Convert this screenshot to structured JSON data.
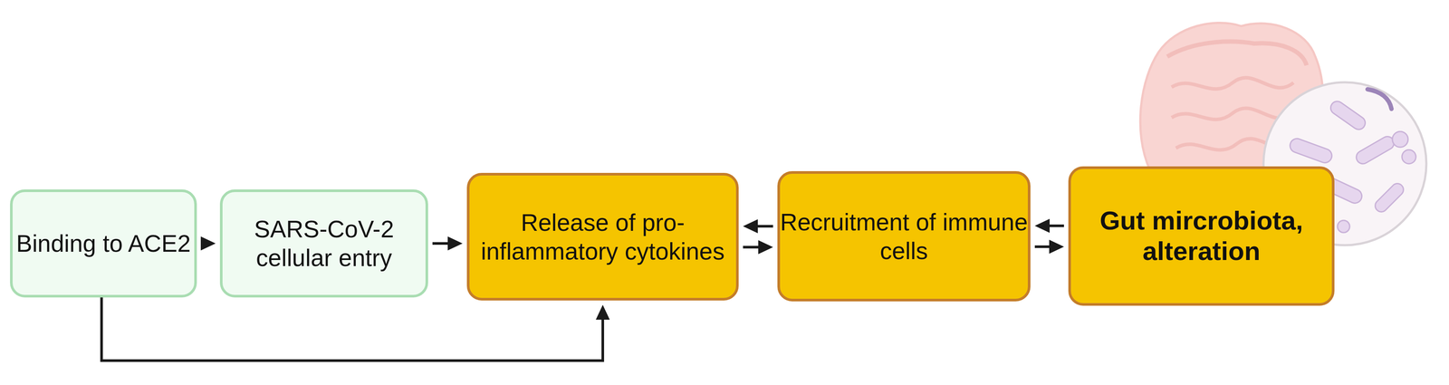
{
  "diagram": {
    "nodes": [
      {
        "text": [
          "Binding to ACE2"
        ]
      },
      {
        "text": [
          "SARS-CoV-2 cellular entry"
        ]
      },
      {
        "text": [
          "Release of pro-inflammatory cytokines"
        ]
      },
      {
        "text": [
          "Recruitment of immune cells"
        ]
      },
      {
        "text": [
          "Gut mircrobiota, alteration"
        ]
      }
    ],
    "edges": [
      {
        "from": 0,
        "to": 1,
        "arrow": "to"
      },
      {
        "from": 1,
        "to": 2,
        "arrow": "to"
      },
      {
        "from": 0,
        "to": 2,
        "arrow": "to"
      },
      {
        "from": 3,
        "to": 2,
        "arrow": "to"
      },
      {
        "from": 2,
        "to": 3,
        "arrow": "to"
      },
      {
        "from": 4,
        "to": 3,
        "arrow": "to"
      },
      {
        "from": 3,
        "to": 4,
        "arrow": "to"
      }
    ]
  }
}
